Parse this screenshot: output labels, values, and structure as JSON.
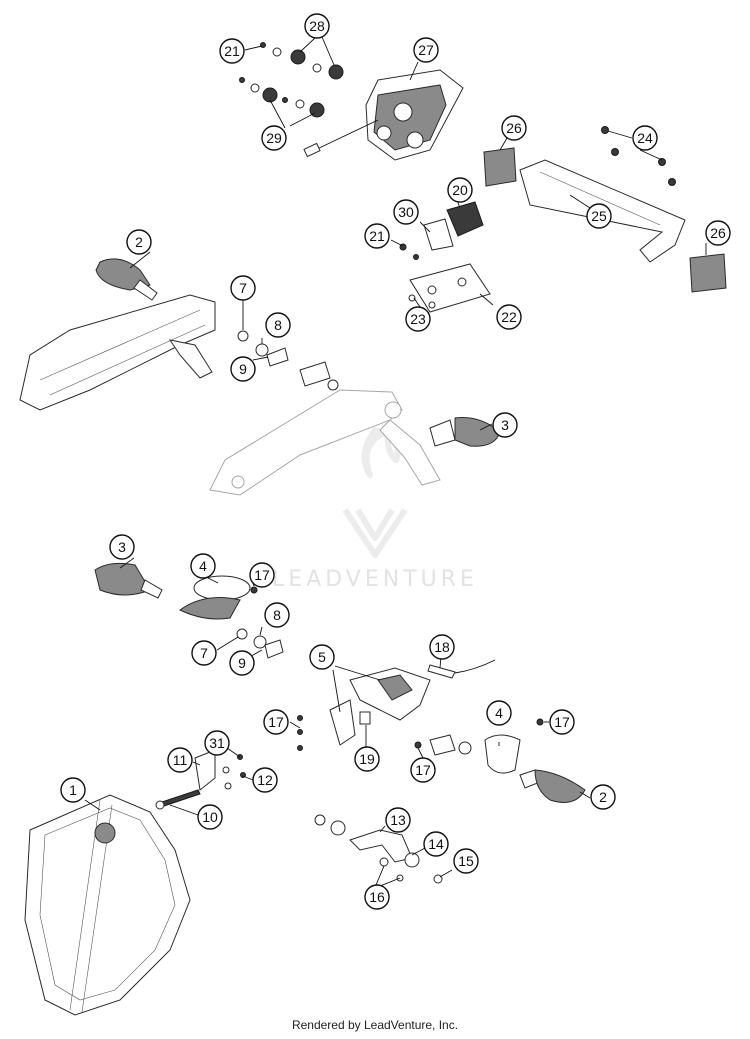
{
  "watermark": {
    "text": "LEADVENTURE"
  },
  "footer": {
    "text": "Rendered by LeadVenture, Inc."
  },
  "callouts": [
    {
      "label": "21"
    },
    {
      "label": "28"
    },
    {
      "label": "27"
    },
    {
      "label": "29"
    },
    {
      "label": "26"
    },
    {
      "label": "24"
    },
    {
      "label": "25"
    },
    {
      "label": "26"
    },
    {
      "label": "20"
    },
    {
      "label": "30"
    },
    {
      "label": "21"
    },
    {
      "label": "23"
    },
    {
      "label": "22"
    },
    {
      "label": "2"
    },
    {
      "label": "7"
    },
    {
      "label": "8"
    },
    {
      "label": "9"
    },
    {
      "label": "3"
    },
    {
      "label": "3"
    },
    {
      "label": "4"
    },
    {
      "label": "17"
    },
    {
      "label": "8"
    },
    {
      "label": "7"
    },
    {
      "label": "9"
    },
    {
      "label": "5"
    },
    {
      "label": "18"
    },
    {
      "label": "4"
    },
    {
      "label": "17"
    },
    {
      "label": "31"
    },
    {
      "label": "11"
    },
    {
      "label": "17"
    },
    {
      "label": "19"
    },
    {
      "label": "17"
    },
    {
      "label": "12"
    },
    {
      "label": "1"
    },
    {
      "label": "10"
    },
    {
      "label": "2"
    },
    {
      "label": "13"
    },
    {
      "label": "14"
    },
    {
      "label": "15"
    },
    {
      "label": "16"
    }
  ]
}
